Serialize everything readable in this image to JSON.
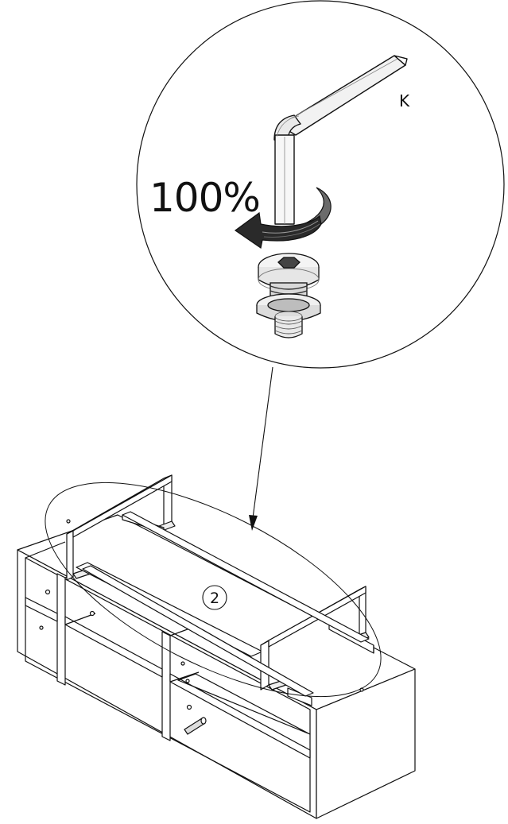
{
  "detail": {
    "tool_label": "K",
    "torque_label": "100%"
  },
  "assembly": {
    "step_number": "2"
  },
  "colors": {
    "ink": "#111111",
    "paper": "#ffffff",
    "shade": "#9a9a9a",
    "shade_dark": "#555555",
    "shade_light": "#dddddd"
  }
}
